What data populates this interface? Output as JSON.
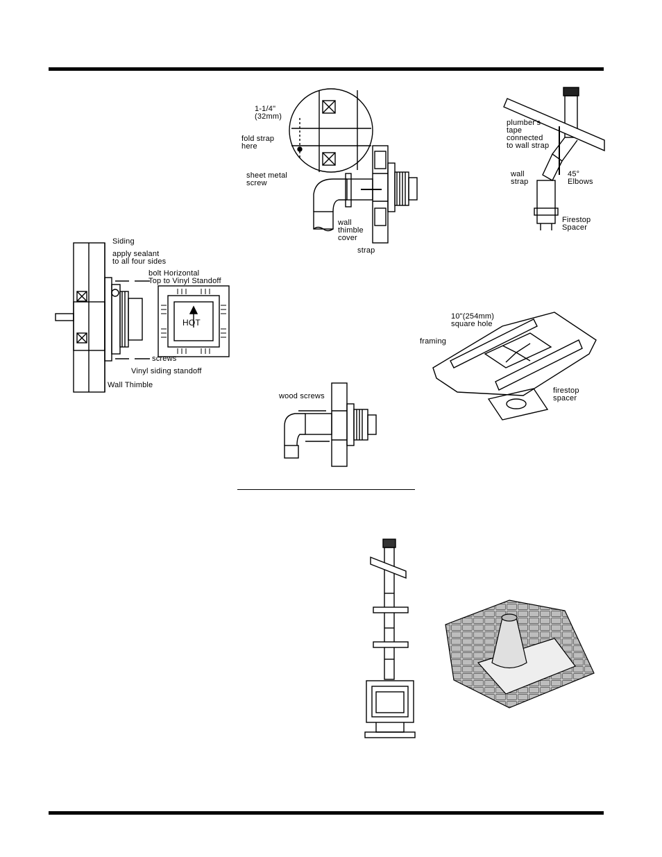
{
  "labels": {
    "strap_detail": {
      "dimension": "1-1/4\"\n(32mm)",
      "fold_strap": "fold strap\nhere",
      "sheet_metal_screw": "sheet metal\nscrew",
      "wall_thimble_cover": "wall\nthimble\ncover",
      "strap": "strap"
    },
    "vinyl_siding": {
      "siding": "Siding",
      "apply_sealant": "apply sealant\nto all four sides",
      "bolt_horizontal": "bolt Horizontal\nTop to Vinyl Standoff",
      "hot": "HOT",
      "screws": "screws",
      "vinyl_siding_standoff": "Vinyl siding standoff",
      "wall_thimble": "Wall Thimble"
    },
    "wall_strap": {
      "plumbers_tape": "plumber's\ntape\nconnected\nto wall strap",
      "wall_strap": "wall\nstrap",
      "elbows": "45°\nElbows",
      "firestop_spacer": "Firestop\nSpacer"
    },
    "firestop": {
      "square_hole": "10\"(254mm)\nsquare hole",
      "framing": "framing",
      "firestop_spacer": "firestop\nspacer"
    },
    "wood_screws": {
      "wood_screws": "wood screws"
    }
  }
}
